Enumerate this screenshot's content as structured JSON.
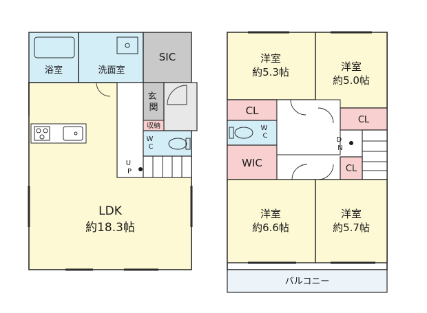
{
  "colors": {
    "room_yellow": "#fdf9d4",
    "wet_blue": "#d4eef8",
    "storage_gray": "#c9c9c9",
    "closet_pink": "#f8d0d0",
    "wall": "#2a2a2a",
    "balcony": "#ecf4fa"
  },
  "floor1": {
    "bath": "浴室",
    "washroom": "洗面室",
    "sic": "SIC",
    "entrance": "玄\n関",
    "storage": "収納",
    "wc": "W\nC",
    "up": "U\nP",
    "ldk_name": "LDK",
    "ldk_size": "約18.3帖"
  },
  "floor2": {
    "room_nw_name": "洋室",
    "room_nw_size": "約5.3帖",
    "room_ne_name": "洋室",
    "room_ne_size": "約5.0帖",
    "cl_left": "CL",
    "cl_right": "CL",
    "cl_small": "CL",
    "wc": "W\nC",
    "dn": "D\nN",
    "wic": "WIC",
    "room_sw_name": "洋室",
    "room_sw_size": "約6.6帖",
    "room_se_name": "洋室",
    "room_se_size": "約5.7帖",
    "balcony": "バルコニー"
  }
}
